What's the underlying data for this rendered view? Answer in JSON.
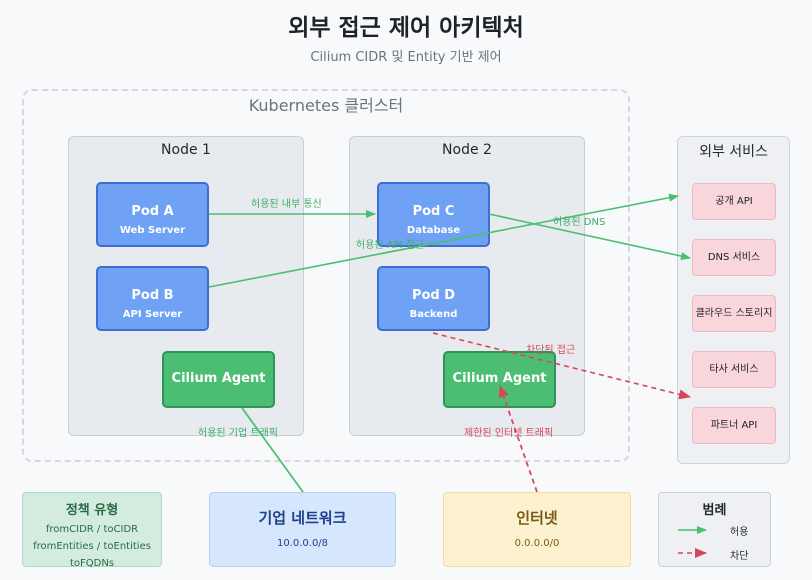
{
  "header": {
    "title": "외부 접근 제어 아키텍처",
    "subtitle": "Cilium CIDR 및 Entity 기반 제어"
  },
  "cluster": {
    "label": "Kubernetes 클러스터"
  },
  "nodes": [
    {
      "label": "Node 1"
    },
    {
      "label": "Node 2"
    }
  ],
  "pods": [
    {
      "title": "Pod A",
      "subtitle": "Web Server"
    },
    {
      "title": "Pod B",
      "subtitle": "API Server"
    },
    {
      "title": "Pod C",
      "subtitle": "Database"
    },
    {
      "title": "Pod D",
      "subtitle": "Backend"
    }
  ],
  "agents": [
    {
      "label": "Cilium Agent"
    },
    {
      "label": "Cilium Agent"
    }
  ],
  "external": {
    "label": "외부 서비스",
    "services": [
      "공개 API",
      "DNS 서비스",
      "클라우드 스토리지",
      "타사 서비스",
      "파트너 API"
    ]
  },
  "edges": {
    "internal": "허용된 내부 통신",
    "dns": "허용된 DNS",
    "api": "허용된 API 접근",
    "blocked": "차단된 접근",
    "corp_traffic": "허용된 기업 트래픽",
    "internet_traffic": "제한된 인터넷 트래픽"
  },
  "policy": {
    "title": "정책 유형",
    "lines": [
      "fromCIDR / toCIDR",
      "fromEntities / toEntities",
      "toFQDNs"
    ]
  },
  "corp": {
    "title": "기업 네트워크",
    "cidr": "10.0.0.0/8"
  },
  "internet": {
    "title": "인터넷",
    "cidr": "0.0.0.0/0"
  },
  "legend": {
    "title": "범례",
    "allow": "허용",
    "deny": "차단"
  },
  "colors": {
    "allow": "#4cbe74",
    "deny": "#d9465a",
    "pod": "#6fa1f4",
    "service": "#f9d6dc"
  }
}
